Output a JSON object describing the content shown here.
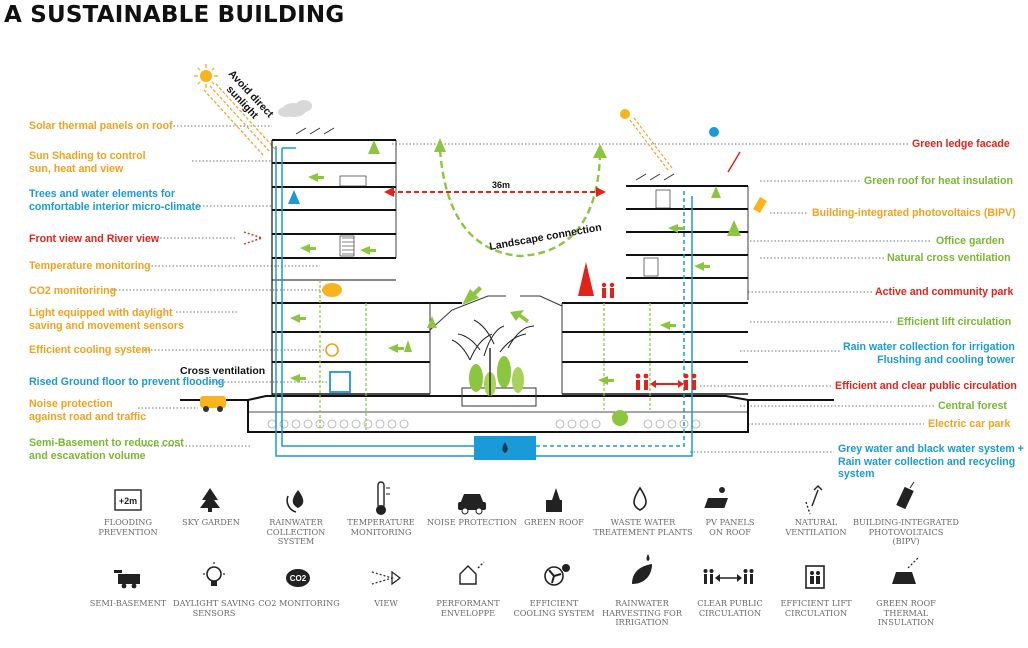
{
  "title": "A SUSTAINABLE BUILDING",
  "diagram": {
    "sunlight_note": "Avoid direct sunlight",
    "distance": "36m",
    "connection": "Landscape connection",
    "cross_ventilation": "Cross ventilation"
  },
  "labels_left": [
    {
      "text": "Solar thermal panels on roof",
      "color": "orange"
    },
    {
      "text": "Sun Shading to control\nsun, heat and view",
      "color": "orange"
    },
    {
      "text": "Trees and water elements for\ncomfortable interior micro-climate",
      "color": "blue"
    },
    {
      "text": "Front view and River view",
      "color": "red"
    },
    {
      "text": "Temperature monitoring",
      "color": "orange"
    },
    {
      "text": "CO2 monitoriring",
      "color": "orange"
    },
    {
      "text": "Light equipped with daylight\nsaving and movement sensors",
      "color": "orange"
    },
    {
      "text": "Efficient cooling system",
      "color": "orange"
    },
    {
      "text": "Rised Ground floor to prevent flooding",
      "color": "blue"
    },
    {
      "text": "Noise protection\nagainst road and traffic",
      "color": "orange"
    },
    {
      "text": "Semi-Basement to reduce cost\nand escavation volume",
      "color": "green"
    }
  ],
  "labels_right": [
    {
      "text": "Green ledge facade",
      "color": "red"
    },
    {
      "text": "Green roof for heat insulation",
      "color": "green"
    },
    {
      "text": "Building-integrated photovoltaics (BIPV)",
      "color": "orange"
    },
    {
      "text": "Office garden",
      "color": "green"
    },
    {
      "text": "Natural cross ventilation",
      "color": "green"
    },
    {
      "text": "Active and community park",
      "color": "red"
    },
    {
      "text": "Efficient lift circulation",
      "color": "green"
    },
    {
      "text": "Rain water collection for irrigation\nFlushing and cooling tower",
      "color": "blue"
    },
    {
      "text": "Efficient and clear public circulation",
      "color": "red"
    },
    {
      "text": "Central forest",
      "color": "green"
    },
    {
      "text": "Electric car park",
      "color": "orange"
    },
    {
      "text": "Grey water and black water system +\nRain water collection and recycling\nsystem",
      "color": "blue"
    }
  ],
  "legend_row1": [
    {
      "label": "FLOODING\nPREVENTION",
      "icon": "flood-level-icon",
      "glyph": "+2m"
    },
    {
      "label": "SKY GARDEN",
      "icon": "tree-icon",
      "glyph": ""
    },
    {
      "label": "RAINWATER\nCOLLECTION\nSYSTEM",
      "icon": "raindrop-cycle-icon",
      "glyph": ""
    },
    {
      "label": "TEMPERATURE\nMONITORING",
      "icon": "thermometer-icon",
      "glyph": ""
    },
    {
      "label": "NOISE PROTECTION",
      "icon": "car-icon",
      "glyph": ""
    },
    {
      "label": "GREEN ROOF",
      "icon": "green-roof-icon",
      "glyph": ""
    },
    {
      "label": "WASTE WATER\nTREATEMENT PLANTS",
      "icon": "water-drop-icon",
      "glyph": ""
    },
    {
      "label": "PV PANELS\nON ROOF",
      "icon": "solar-panel-icon",
      "glyph": ""
    },
    {
      "label": "NATURAL\nVENTILATION",
      "icon": "ventilation-arrows-icon",
      "glyph": ""
    },
    {
      "label": "BUILDING-INTEGRATED\nPHOTOVOLTAICS\n(BIPV)",
      "icon": "bipv-icon",
      "glyph": ""
    }
  ],
  "legend_row2": [
    {
      "label": "SEMI-BASEMENT",
      "icon": "semi-basement-icon",
      "glyph": ""
    },
    {
      "label": "DAYLIGHT SAVING\nSENSORS",
      "icon": "lightbulb-icon",
      "glyph": ""
    },
    {
      "label": "CO2 MONITORING",
      "icon": "co2-cloud-icon",
      "glyph": "CO2"
    },
    {
      "label": "VIEW",
      "icon": "view-icon",
      "glyph": ""
    },
    {
      "label": "PERFORMANT\nENVELOPPE",
      "icon": "house-envelope-icon",
      "glyph": ""
    },
    {
      "label": "EFFICIENT\nCOOLING SYSTEM",
      "icon": "cooling-fan-icon",
      "glyph": ""
    },
    {
      "label": "RAINWATER\nHARVESTING FOR\nIRRIGATION",
      "icon": "leaf-drop-icon",
      "glyph": ""
    },
    {
      "label": "CLEAR PUBLIC\nCIRCULATION",
      "icon": "people-arrow-icon",
      "glyph": ""
    },
    {
      "label": "EFFICIENT LIFT\nCIRCULATION",
      "icon": "lift-icon",
      "glyph": ""
    },
    {
      "label": "GREEN ROOF\nTHERMAL\nINSULATION",
      "icon": "roof-insulation-icon",
      "glyph": ""
    }
  ]
}
